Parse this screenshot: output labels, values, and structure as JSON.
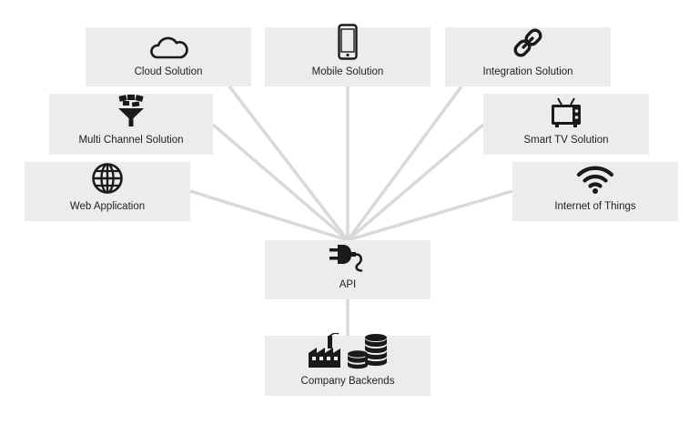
{
  "nodes": {
    "cloud": {
      "label": "Cloud Solution",
      "icon": "cloud-icon"
    },
    "mobile": {
      "label": "Mobile Solution",
      "icon": "smartphone-icon"
    },
    "integration": {
      "label": "Integration Solution",
      "icon": "chain-link-icon"
    },
    "multichannel": {
      "label": "Multi Channel Solution",
      "icon": "funnel-icon"
    },
    "smarttv": {
      "label": "Smart TV Solution",
      "icon": "television-icon"
    },
    "web": {
      "label": "Web Application",
      "icon": "globe-icon"
    },
    "iot": {
      "label": "Internet of Things",
      "icon": "wifi-icon"
    },
    "api": {
      "label": "API",
      "icon": "plug-icon"
    },
    "backends": {
      "label": "Company Backends",
      "icon": "factory-and-coins-icon"
    }
  },
  "colors": {
    "box": "#ececec",
    "connector": "#d9d9d9",
    "text": "#222222",
    "icon": "#1a1a1a"
  }
}
